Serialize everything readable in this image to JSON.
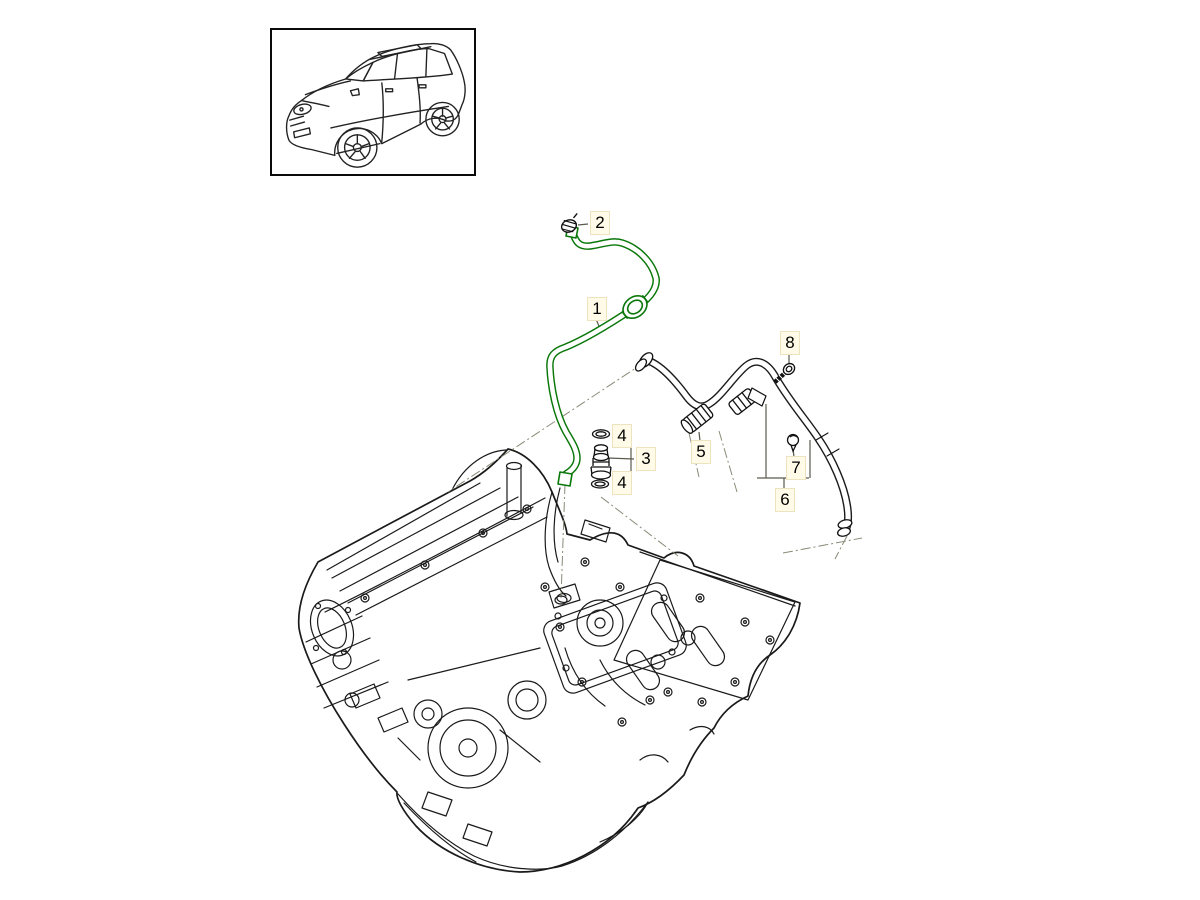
{
  "diagram": {
    "kind": "engine parts diagram",
    "highlighted_part": "1"
  },
  "callouts": [
    {
      "number": "1"
    },
    {
      "number": "2"
    },
    {
      "number": "3"
    },
    {
      "number": "4"
    },
    {
      "number": "4"
    },
    {
      "number": "5"
    },
    {
      "number": "6"
    },
    {
      "number": "7"
    },
    {
      "number": "8"
    }
  ],
  "colors": {
    "highlight_hose": "#0a770a",
    "callout_background": "#fffbe8",
    "callout_border": "#ede3be",
    "line_art": "#1a1a1a",
    "leader_line": "#5a5a4e",
    "centerline": "#8a8a78"
  }
}
